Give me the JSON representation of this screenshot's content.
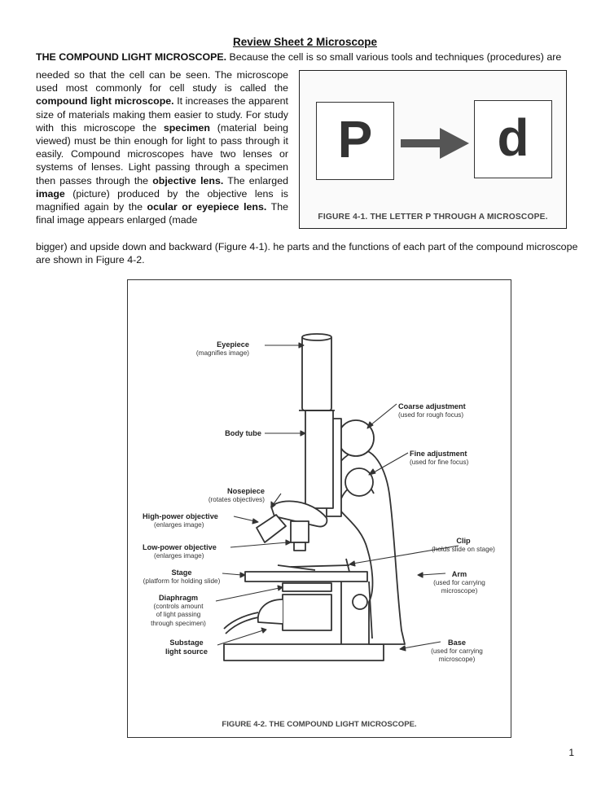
{
  "title": "Review Sheet 2 Microscope",
  "intro": {
    "heading": "THE COMPOUND LIGHT MICROSCOPE.",
    "line1_rest": " Because the cell is so small various tools and techniques (procedures) are",
    "w1": "needed so that the cell can be seen. The microscope used most commonly for cell study is called the ",
    "w2_bold": "compound light microscope.",
    "w3": " It increases the apparent size of materials making them easier to study. For study with this microscope the ",
    "w4_bold": "specimen",
    "w5": " (material being viewed) must be thin enough for light to pass through it easily. Compound microscopes have two lenses or systems of lenses. Light passing through a specimen then passes through the ",
    "w6_bold": "objective lens.",
    "w7": " The enlarged ",
    "w8_bold": "image",
    "w9": " (picture) produced by the objective lens is magnified again by the ",
    "w10_bold": "ocular or eyepiece lens.",
    "w11": " The final image appears enlarged (made",
    "after": "bigger) and upside down and backward (Figure 4-1). he parts and the functions of each part of the compound microscope are shown in Figure 4-2."
  },
  "figure1": {
    "left_letter": "P",
    "right_letter": "d",
    "caption": "FIGURE 4-1.  THE LETTER P THROUGH A MICROSCOPE."
  },
  "figure2": {
    "caption": "FIGURE 4-2.  THE COMPOUND LIGHT MICROSCOPE.",
    "labels": {
      "eyepiece": {
        "name": "Eyepiece",
        "desc": "(magnifies image)"
      },
      "body_tube": {
        "name": "Body tube"
      },
      "nosepiece": {
        "name": "Nosepiece",
        "desc": "(rotates objectives)"
      },
      "high_power": {
        "name": "High-power objective",
        "desc": "(enlarges image)"
      },
      "low_power": {
        "name": "Low-power objective",
        "desc": "(enlarges image)"
      },
      "stage": {
        "name": "Stage",
        "desc": "(platform for holding slide)"
      },
      "diaphragm": {
        "name": "Diaphragm",
        "desc1": "(controls amount",
        "desc2": "of light passing",
        "desc3": "through specimen)"
      },
      "substage": {
        "name1": "Substage",
        "name2": "light source"
      },
      "coarse": {
        "name": "Coarse adjustment",
        "desc": "(used for rough focus)"
      },
      "fine": {
        "name": "Fine adjustment",
        "desc": "(used for fine focus)"
      },
      "clip": {
        "name": "Clip",
        "desc": "(holds slide on stage)"
      },
      "arm": {
        "name": "Arm",
        "desc1": "(used for carrying",
        "desc2": "microscope)"
      },
      "base": {
        "name": "Base",
        "desc1": "(used for carrying",
        "desc2": "microscope)"
      }
    }
  },
  "page_number": "1"
}
